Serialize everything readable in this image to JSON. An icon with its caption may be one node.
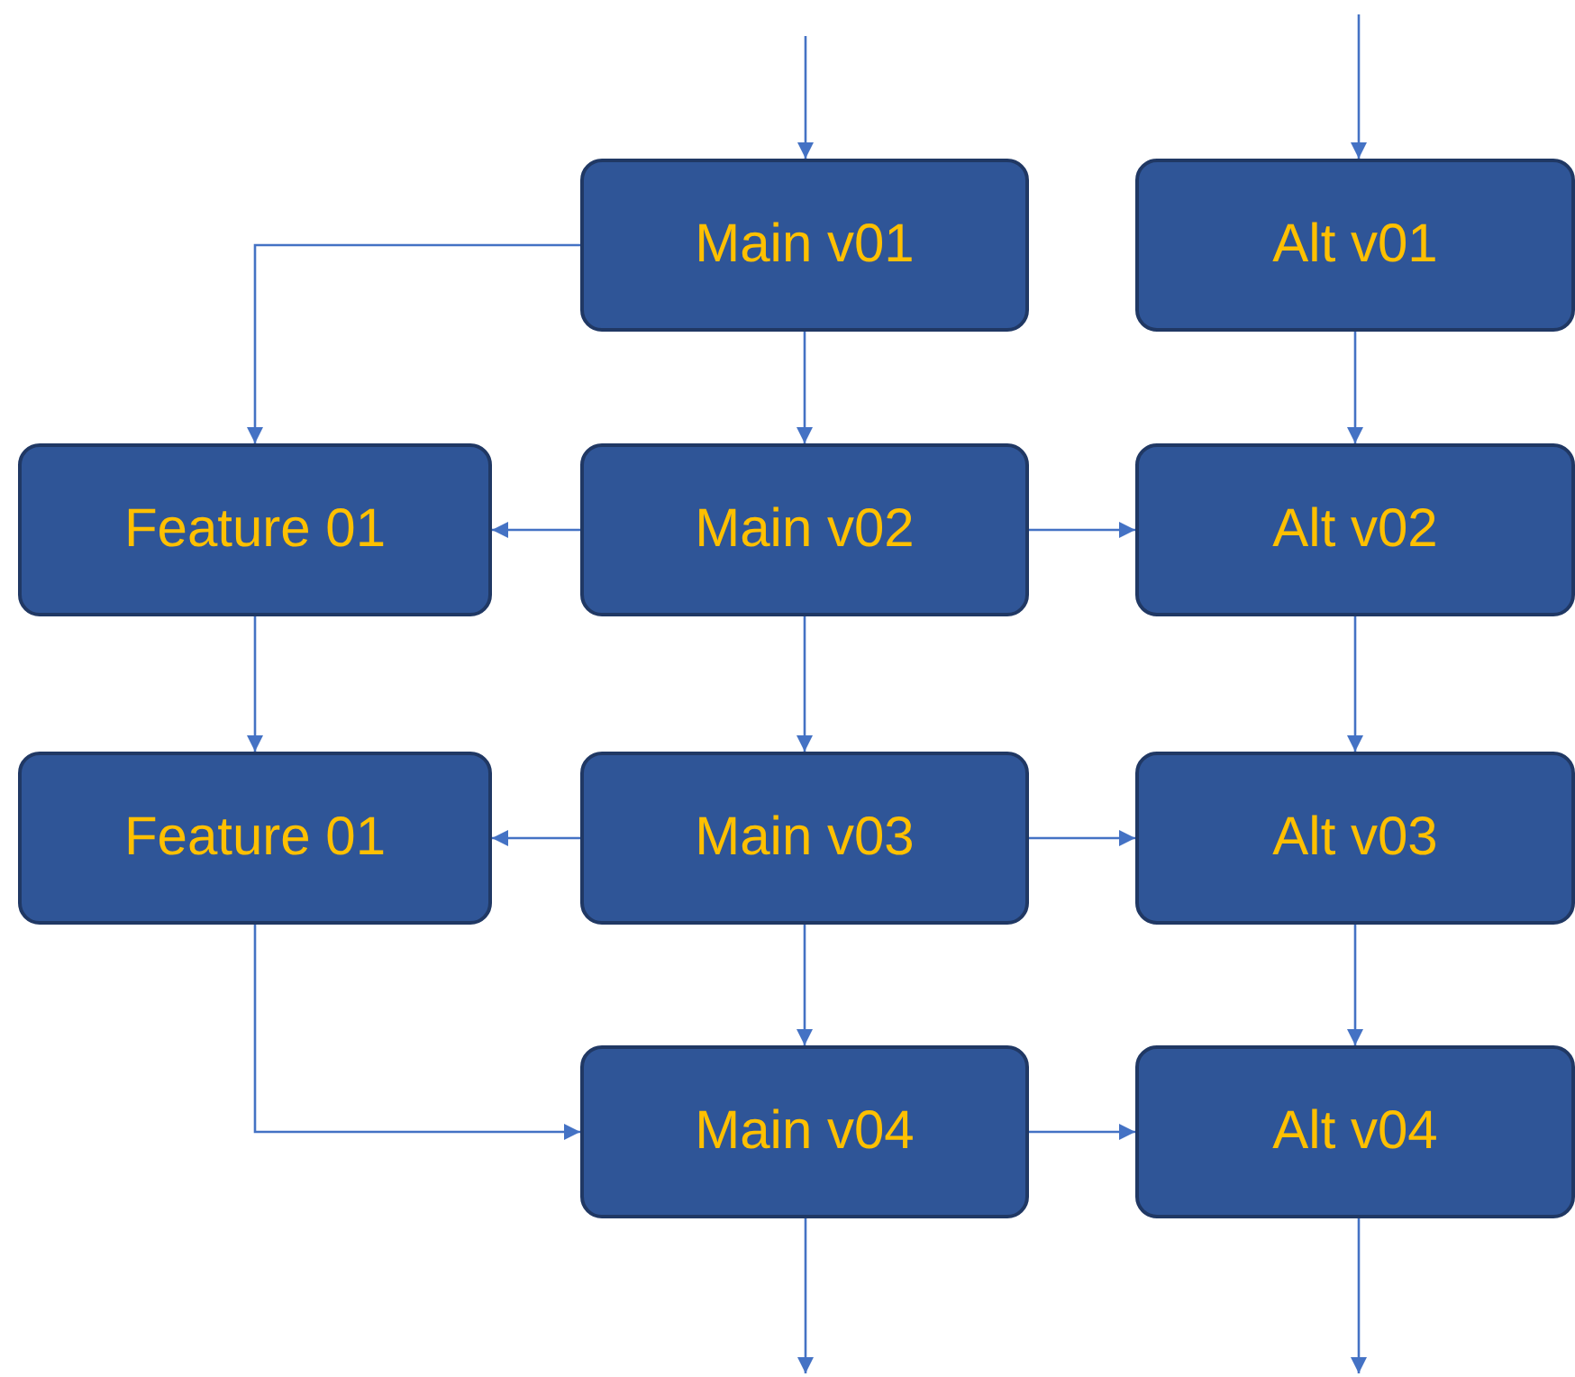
{
  "diagram": {
    "nodes": [
      {
        "text": [
          "Main v01"
        ]
      },
      {
        "text": [
          "Alt v01"
        ]
      },
      {
        "text": [
          "Feature 01"
        ]
      },
      {
        "text": [
          "Main v02"
        ]
      },
      {
        "text": [
          "Alt v02"
        ]
      },
      {
        "text": [
          "Feature 01"
        ]
      },
      {
        "text": [
          "Main v03"
        ]
      },
      {
        "text": [
          "Alt v03"
        ]
      },
      {
        "text": [
          "Main v04"
        ]
      },
      {
        "text": [
          "Alt v04"
        ]
      }
    ],
    "edges": [
      {
        "from": null,
        "to": 0,
        "arrow": "to"
      },
      {
        "from": null,
        "to": 1,
        "arrow": "to"
      },
      {
        "from": 0,
        "to": 2,
        "arrow": "to"
      },
      {
        "from": 0,
        "to": 3,
        "arrow": "to"
      },
      {
        "from": 1,
        "to": 4,
        "arrow": "to"
      },
      {
        "from": 3,
        "to": 2,
        "arrow": "to"
      },
      {
        "from": 3,
        "to": 4,
        "arrow": "to"
      },
      {
        "from": 2,
        "to": 5,
        "arrow": "to"
      },
      {
        "from": 3,
        "to": 6,
        "arrow": "to"
      },
      {
        "from": 4,
        "to": 7,
        "arrow": "to"
      },
      {
        "from": 6,
        "to": 5,
        "arrow": "to"
      },
      {
        "from": 6,
        "to": 7,
        "arrow": "to"
      },
      {
        "from": 5,
        "to": 8,
        "arrow": "to"
      },
      {
        "from": 6,
        "to": 8,
        "arrow": "to"
      },
      {
        "from": 7,
        "to": 9,
        "arrow": "to"
      },
      {
        "from": 8,
        "to": 9,
        "arrow": "to"
      },
      {
        "from": 8,
        "to": null,
        "arrow": "to"
      },
      {
        "from": 9,
        "to": null,
        "arrow": "to"
      }
    ]
  }
}
